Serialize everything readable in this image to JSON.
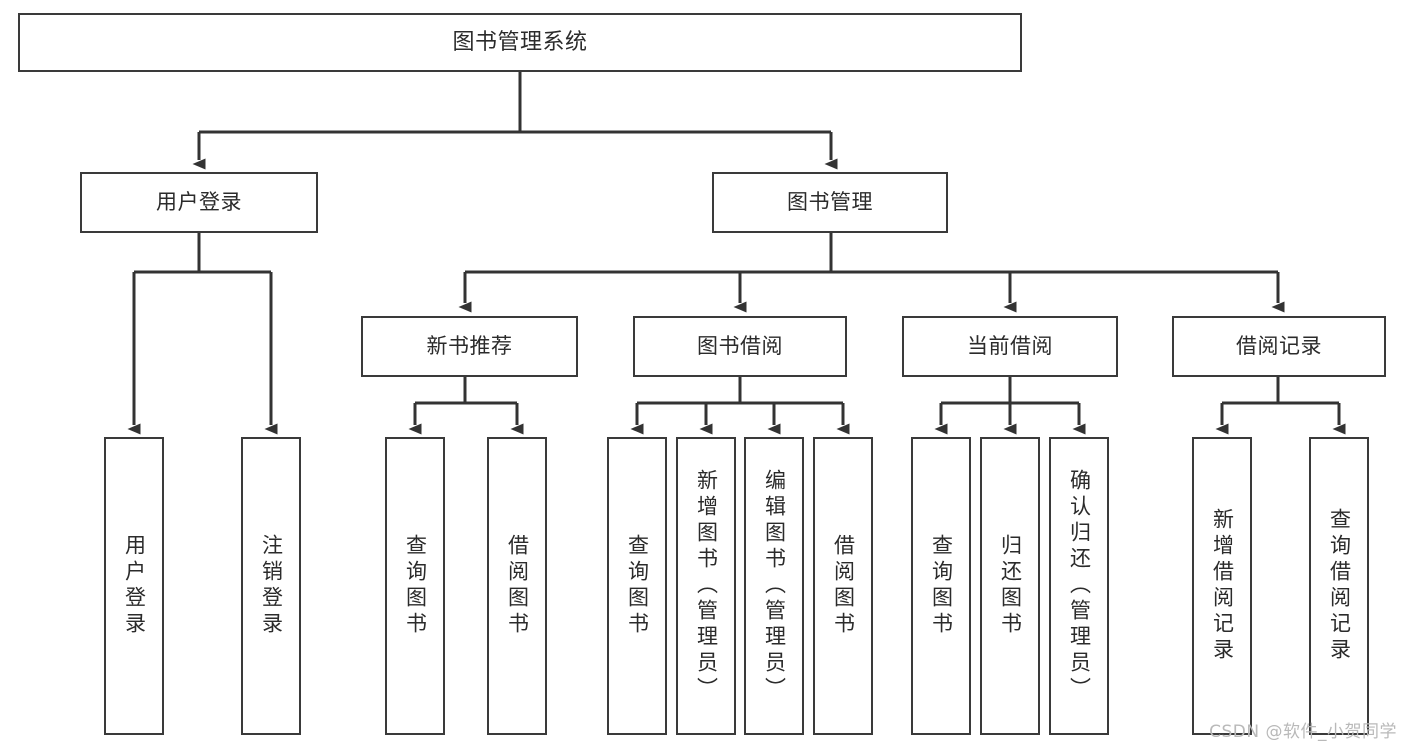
{
  "diagram": {
    "type": "tree-hierarchy-chart",
    "title": "图书管理系统",
    "orientation": "top-down",
    "colors": {
      "background": "#ffffff",
      "node_border": "#3a3a3a",
      "node_fill": "#ffffff",
      "text": "#2b2b2b",
      "connector": "#333333",
      "watermark": "#b9b9b9"
    }
  },
  "root": {
    "label": "图书管理系统"
  },
  "level2": [
    {
      "label": "用户登录"
    },
    {
      "label": "图书管理"
    }
  ],
  "level3": [
    {
      "label": "新书推荐"
    },
    {
      "label": "图书借阅"
    },
    {
      "label": "当前借阅"
    },
    {
      "label": "借阅记录"
    }
  ],
  "leaves": {
    "user_login": [
      {
        "label": "用户登录"
      },
      {
        "label": "注销登录"
      }
    ],
    "new_book_recommend": [
      {
        "label": "查询图书"
      },
      {
        "label": "借阅图书"
      }
    ],
    "book_borrow": [
      {
        "label": "查询图书"
      },
      {
        "label": "新增图书（管理员）"
      },
      {
        "label": "编辑图书（管理员）"
      },
      {
        "label": "借阅图书"
      }
    ],
    "current_borrow": [
      {
        "label": "查询图书"
      },
      {
        "label": "归还图书"
      },
      {
        "label": "确认归还（管理员）"
      }
    ],
    "borrow_record": [
      {
        "label": "新增借阅记录"
      },
      {
        "label": "查询借阅记录"
      }
    ]
  },
  "watermark": {
    "text": "CSDN @软件_小贺同学"
  }
}
